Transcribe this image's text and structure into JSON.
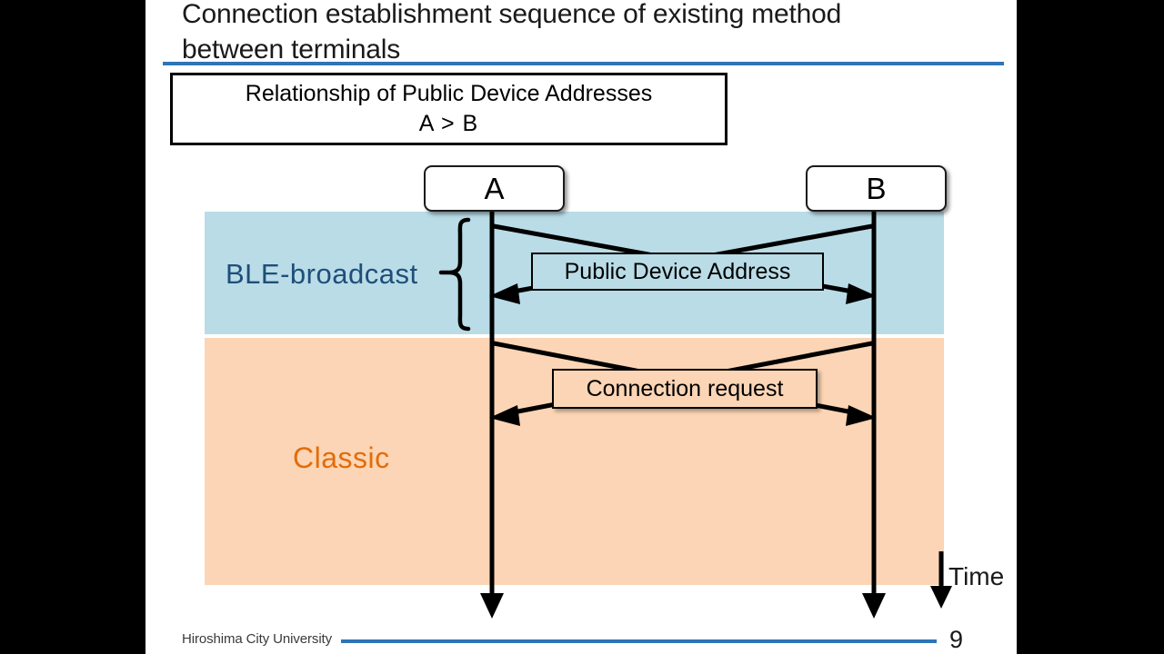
{
  "slide": {
    "title": "Connection establishment sequence of existing method\nbetween terminals",
    "page_number": "9",
    "footer": "Hiroshima City University",
    "accent_color": "#2e75b6"
  },
  "note_box": {
    "line1": "Relationship of Public Device Addresses",
    "line2": "A > B"
  },
  "lifelines": [
    {
      "label": "A",
      "name": "node-a"
    },
    {
      "label": "B",
      "name": "node-b"
    }
  ],
  "sections": [
    {
      "label": "BLE-broadcast",
      "color": "#b9dce7",
      "text_color": "#1f4e79",
      "message": "Public Device Address"
    },
    {
      "label": "Classic",
      "color": "#fbd5b5",
      "text_color": "#e36c0a",
      "message": "Connection request"
    }
  ],
  "axis": {
    "time_label": "Time"
  },
  "icons": {
    "brace": "curly-brace-icon",
    "time_arrow": "down-arrow-icon"
  }
}
